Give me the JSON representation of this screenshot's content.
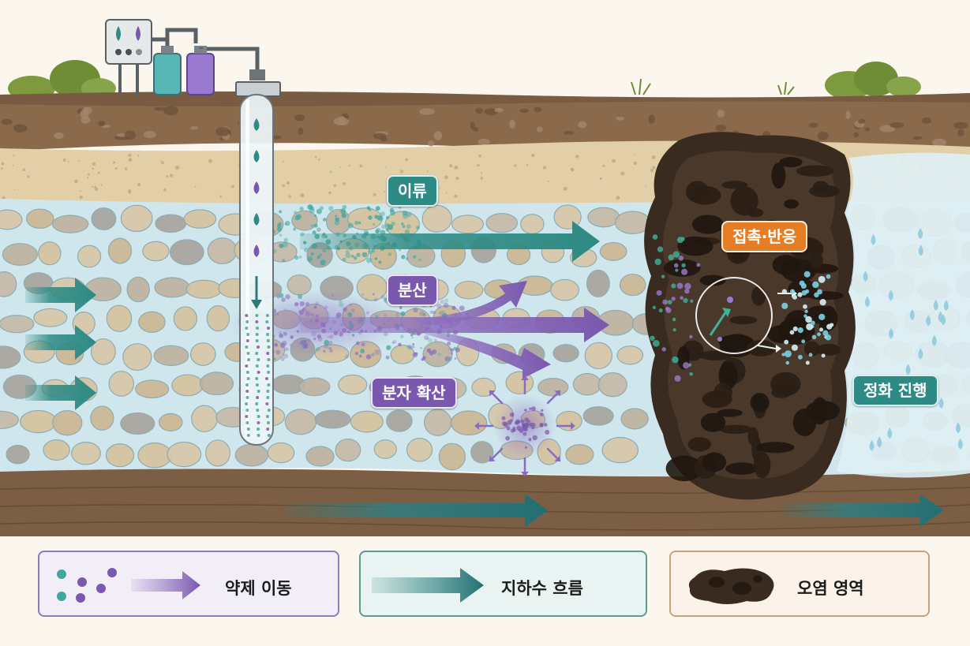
{
  "labels": {
    "advection": "이류",
    "dispersion": "분산",
    "diffusion": "분자 확산",
    "contact_reaction": "접촉·반응",
    "purification": "정화 진행"
  },
  "legend": [
    {
      "icon": "reagent-transport-icon",
      "text": "약제 이동",
      "border": "#8e79c2",
      "fill": "#f2eef8"
    },
    {
      "icon": "groundwater-flow-arrow-icon",
      "text": "지하수 흐름",
      "border": "#5c9a94",
      "fill": "#e9f3f1"
    },
    {
      "icon": "contamination-blob-icon",
      "text": "오염 영역",
      "border": "#c9a27a",
      "fill": "#fbf3e9"
    }
  ],
  "colors": {
    "teal": "#2e8a84",
    "purple": "#7a58ad",
    "orange": "#e57d25",
    "soil_top": "#8a6a4b",
    "soil_bottom": "#7b5e43",
    "sand_layer": "#e2cfa8",
    "aquifer": "#cfe6ec",
    "contamination": "#3a2b20"
  }
}
